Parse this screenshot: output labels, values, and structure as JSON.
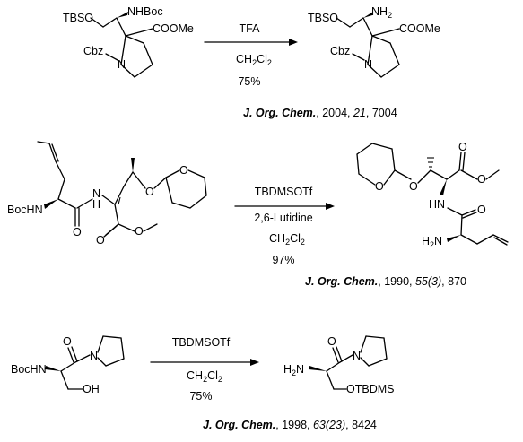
{
  "reactions": [
    {
      "reactant": {
        "labels": {
          "tbso": "TBSO",
          "nhboc": "NHBoc",
          "coome": "COOMe",
          "cbz": "Cbz",
          "n": "N"
        }
      },
      "conditions": {
        "reagent": "TFA",
        "solvent_base": "CH",
        "solvent_sub": "2",
        "solvent_cl": "Cl",
        "solvent_sub2": "2",
        "yield": "75%"
      },
      "product": {
        "labels": {
          "tbso": "TBSO",
          "nh": "NH",
          "nh_sub": "2",
          "coome": "COOMe",
          "cbz": "Cbz",
          "n": "N"
        }
      },
      "reference": {
        "journal": "J. Org. Chem.",
        "sep1": ", 2004, ",
        "volume": "21",
        "sep2": ", 7004"
      }
    },
    {
      "reactant": {
        "labels": {
          "bochn": "BocHN",
          "nh": "N",
          "h": "H",
          "o1": "O",
          "o2": "O",
          "o3": "O",
          "o4": "O",
          "o5": "O"
        }
      },
      "conditions": {
        "reagent": "TBDMSOTf",
        "base": "2,6-Lutidine",
        "solvent_base": "CH",
        "solvent_sub": "2",
        "solvent_cl": "Cl",
        "solvent_sub2": "2",
        "yield": "97%"
      },
      "product": {
        "labels": {
          "hn": "HN",
          "h2n": "H",
          "h2n_sub": "2",
          "h2n_n": "N",
          "o1": "O",
          "o2": "O",
          "o3": "O",
          "o4": "O",
          "o5": "O"
        }
      },
      "reference": {
        "journal": "J. Org. Chem.",
        "sep1": ", 1990, ",
        "volume": "55(3)",
        "sep2": ", 870"
      }
    },
    {
      "reactant": {
        "labels": {
          "bochn": "BocHN",
          "oh": "OH",
          "o": "O",
          "n": "N"
        }
      },
      "conditions": {
        "reagent": "TBDMSOTf",
        "solvent_base": "CH",
        "solvent_sub": "2",
        "solvent_cl": "Cl",
        "solvent_sub2": "2",
        "yield": "75%"
      },
      "product": {
        "labels": {
          "h2n": "H",
          "h2n_sub": "2",
          "h2n_n": "N",
          "otbdms": "OTBDMS",
          "o": "O",
          "n": "N"
        }
      },
      "reference": {
        "journal": "J. Org. Chem.",
        "sep1": ", 1998, ",
        "volume": "63(23)",
        "sep2": ", 8424"
      }
    }
  ]
}
